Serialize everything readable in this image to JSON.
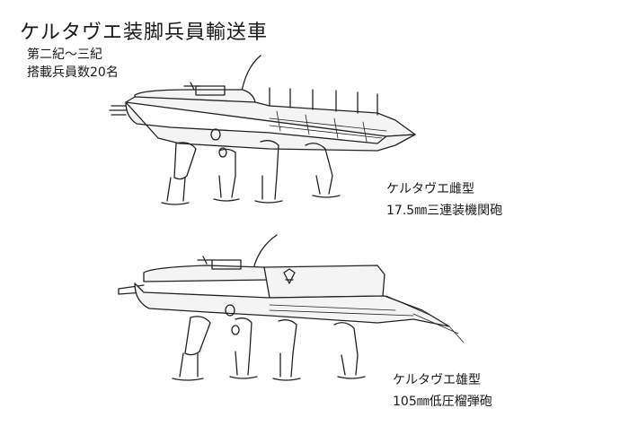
{
  "header": {
    "title": "ケルタヴエ装脚兵員輸送車",
    "era": "第二紀〜三紀",
    "capacity": "搭載兵員数20名"
  },
  "variants": [
    {
      "name": "ケルタヴエ雌型",
      "armament": "17.5㎜三連装機関砲"
    },
    {
      "name": "ケルタヴエ雄型",
      "armament": "105㎜低圧榴弾砲"
    }
  ]
}
